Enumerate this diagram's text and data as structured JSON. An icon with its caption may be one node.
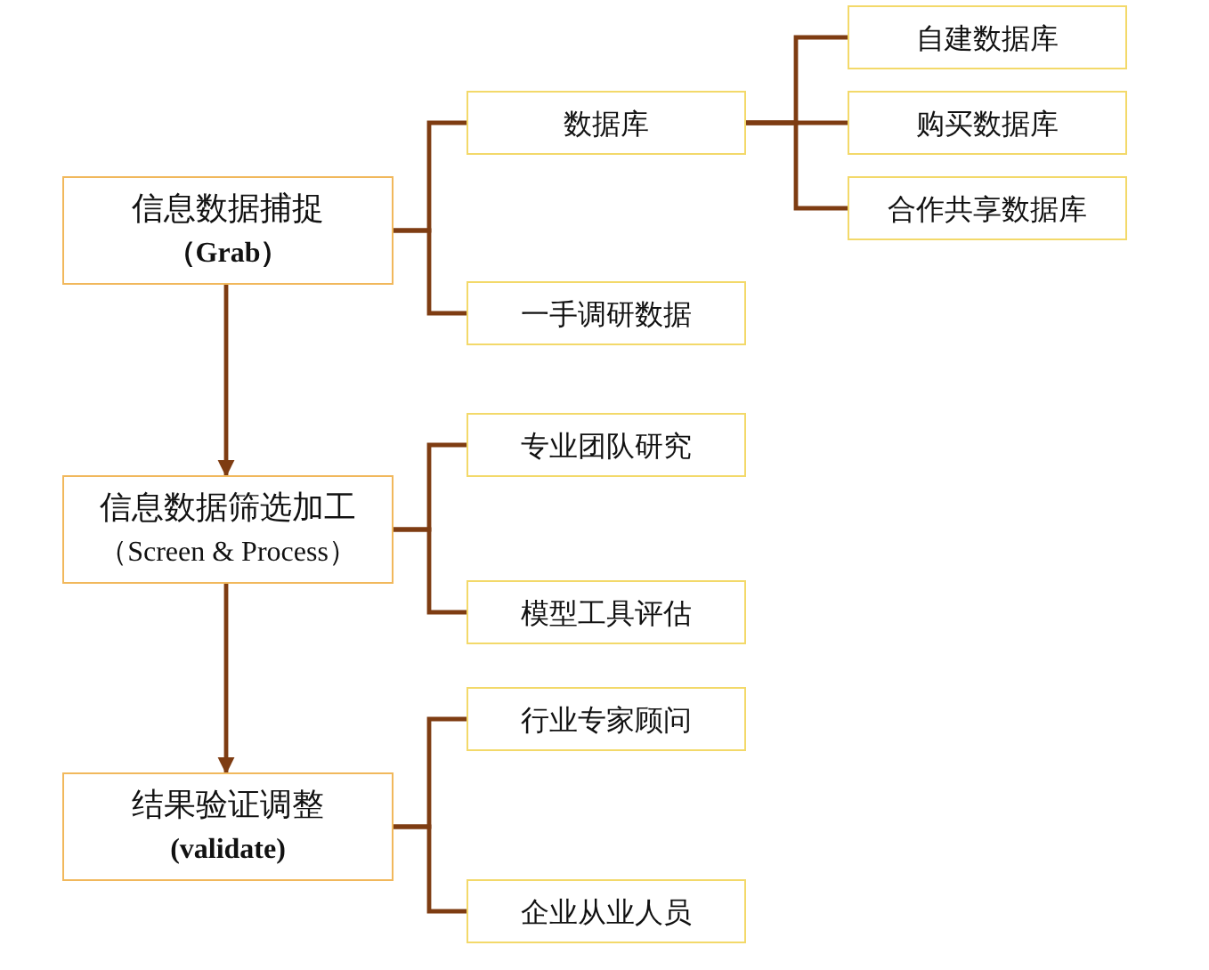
{
  "diagram": {
    "nodes": [
      {
        "text": [
          "信息数据捕捉",
          "（Grab）"
        ]
      },
      {
        "text": [
          "数据库"
        ]
      },
      {
        "text": [
          "自建数据库"
        ]
      },
      {
        "text": [
          "购买数据库"
        ]
      },
      {
        "text": [
          "合作共享数据库"
        ]
      },
      {
        "text": [
          "一手调研数据"
        ]
      },
      {
        "text": [
          "信息数据筛选加工",
          "（Screen & Process）"
        ]
      },
      {
        "text": [
          "专业团队研究"
        ]
      },
      {
        "text": [
          "模型工具评估"
        ]
      },
      {
        "text": [
          "结果验证调整",
          "(validate)"
        ]
      },
      {
        "text": [
          "行业专家顾问"
        ]
      },
      {
        "text": [
          "企业从业人员"
        ]
      }
    ],
    "edges": [
      {
        "from": 0,
        "to": 6,
        "arrow": "to"
      },
      {
        "from": 6,
        "to": 9,
        "arrow": "to"
      },
      {
        "from": 0,
        "to": 1,
        "arrow": "none"
      },
      {
        "from": 0,
        "to": 5,
        "arrow": "none"
      },
      {
        "from": 1,
        "to": 2,
        "arrow": "none"
      },
      {
        "from": 1,
        "to": 3,
        "arrow": "none"
      },
      {
        "from": 1,
        "to": 4,
        "arrow": "none"
      },
      {
        "from": 6,
        "to": 7,
        "arrow": "none"
      },
      {
        "from": 6,
        "to": 8,
        "arrow": "none"
      },
      {
        "from": 9,
        "to": 10,
        "arrow": "none"
      },
      {
        "from": 9,
        "to": 11,
        "arrow": "none"
      }
    ]
  }
}
